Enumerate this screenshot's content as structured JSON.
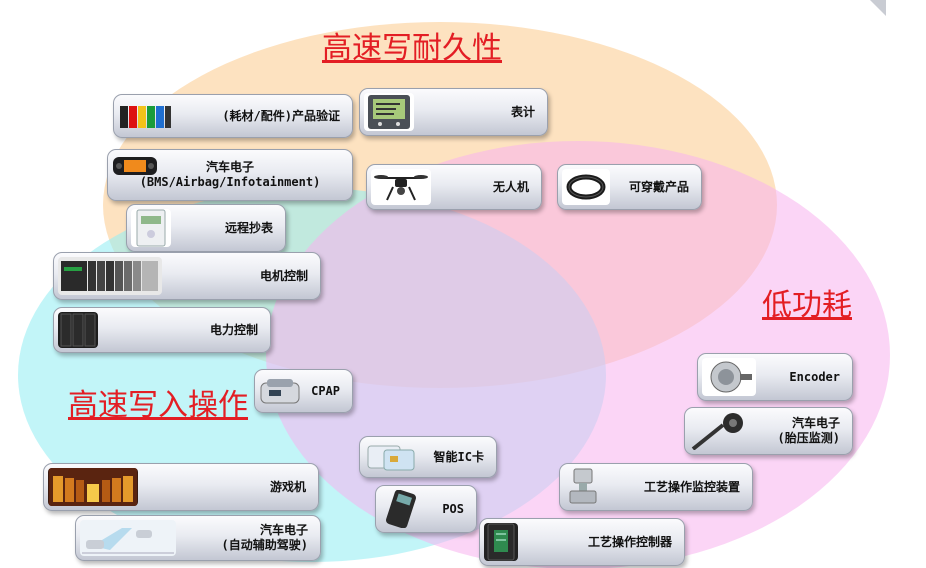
{
  "circles": {
    "top": {
      "title": "高速写耐久性",
      "color": "#fbd09a"
    },
    "left": {
      "title": "高速写入操作",
      "color": "#9aeef2"
    },
    "right": {
      "title": "低功耗",
      "color": "#f6b6ee"
    }
  },
  "title_color": "#e31e24",
  "cards": {
    "consumables": {
      "label": "(耗材/配件)产品验证",
      "icon": "ink-cartridges-icon"
    },
    "meter": {
      "label": "表计",
      "icon": "power-meter-icon"
    },
    "auto_bms": {
      "line1": "汽车电子",
      "line2": "(BMS/Airbag/Infotainment)",
      "icon": "car-dashboard-icon"
    },
    "drone": {
      "label": "无人机",
      "icon": "drone-icon"
    },
    "wearable": {
      "label": "可穿戴产品",
      "icon": "wristband-icon"
    },
    "remote_meter": {
      "label": "远程抄表",
      "icon": "smart-meter-icon"
    },
    "motor": {
      "label": "电机控制",
      "icon": "plc-icon"
    },
    "power": {
      "label": "电力控制",
      "icon": "server-cabinet-icon"
    },
    "cpap": {
      "label": "CPAP",
      "icon": "cpap-machine-icon"
    },
    "encoder": {
      "label": "Encoder",
      "icon": "encoder-icon"
    },
    "tire": {
      "line1": "汽车电子",
      "line2": "(胎压监测)",
      "icon": "tire-sensor-icon"
    },
    "ic_card": {
      "label": "智能IC卡",
      "icon": "ic-card-icon"
    },
    "pos": {
      "label": "POS",
      "icon": "pos-terminal-icon"
    },
    "game": {
      "label": "游戏机",
      "icon": "slot-machines-icon"
    },
    "adas": {
      "line1": "汽车电子",
      "line2": "(自动辅助驾驶)",
      "icon": "adas-icon"
    },
    "process_monitor": {
      "label": "工艺操作监控装置",
      "icon": "transmitter-icon"
    },
    "process_ctrl": {
      "label": "工艺操作控制器",
      "icon": "controller-icon"
    }
  }
}
